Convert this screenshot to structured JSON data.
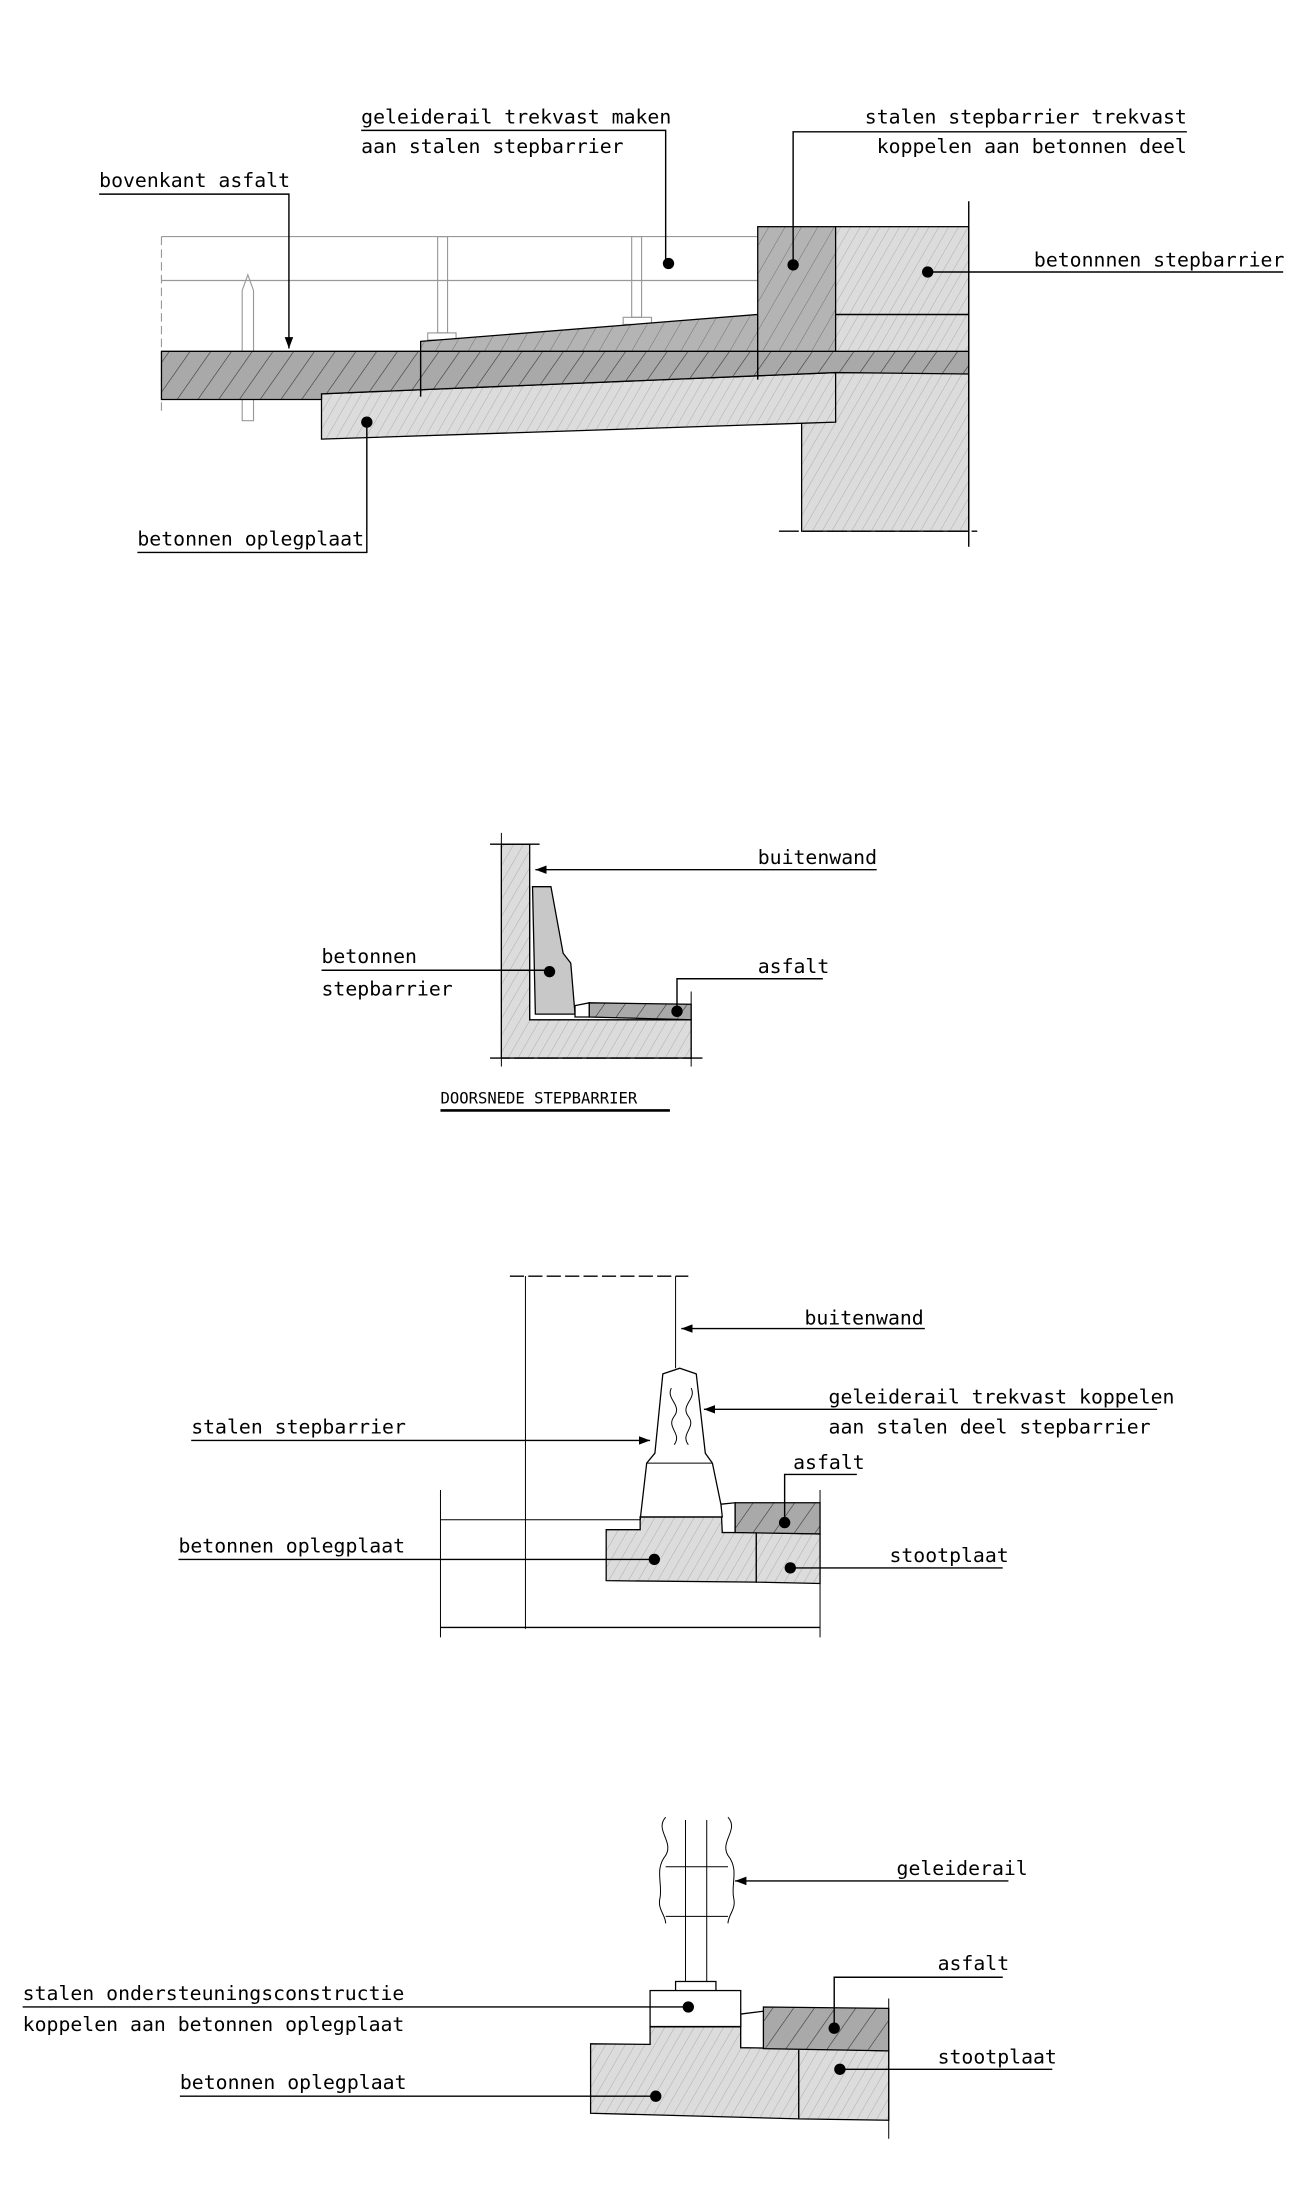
{
  "colors": {
    "asphalt": "#a9a9a9",
    "concrete": "#dcdcdc",
    "steel": "#b4b4b4",
    "line": "#000000"
  },
  "detail1": {
    "label_rail_fix_1": "geleiderail trekvast maken",
    "label_rail_fix_2": "aan stalen stepbarrier",
    "label_steel_1": "stalen stepbarrier trekvast",
    "label_steel_2": "koppelen aan betonnen deel",
    "label_top_asphalt": "bovenkant asfalt",
    "label_concrete_barrier": "betonnnen stepbarrier",
    "label_support_plate": "betonnen oplegplaat"
  },
  "detail2": {
    "label_outer_wall": "buitenwand",
    "label_concrete_1": "betonnen",
    "label_concrete_2": "stepbarrier",
    "label_asphalt": "asfalt",
    "title": "DOORSNEDE STEPBARRIER"
  },
  "detail3": {
    "label_outer_wall": "buitenwand",
    "label_rail_1": "geleiderail trekvast koppelen",
    "label_rail_2": "aan stalen deel stepbarrier",
    "label_steel": "stalen stepbarrier",
    "label_asphalt": "asfalt",
    "label_support_plate": "betonnen oplegplaat",
    "label_impact_plate": "stootplaat"
  },
  "detail4": {
    "label_guardrail": "geleiderail",
    "label_asphalt": "asfalt",
    "label_steel_1": "stalen ondersteuningsconstructie",
    "label_steel_2": "koppelen aan betonnen oplegplaat",
    "label_impact_plate": "stootplaat",
    "label_support_plate": "betonnen oplegplaat"
  }
}
